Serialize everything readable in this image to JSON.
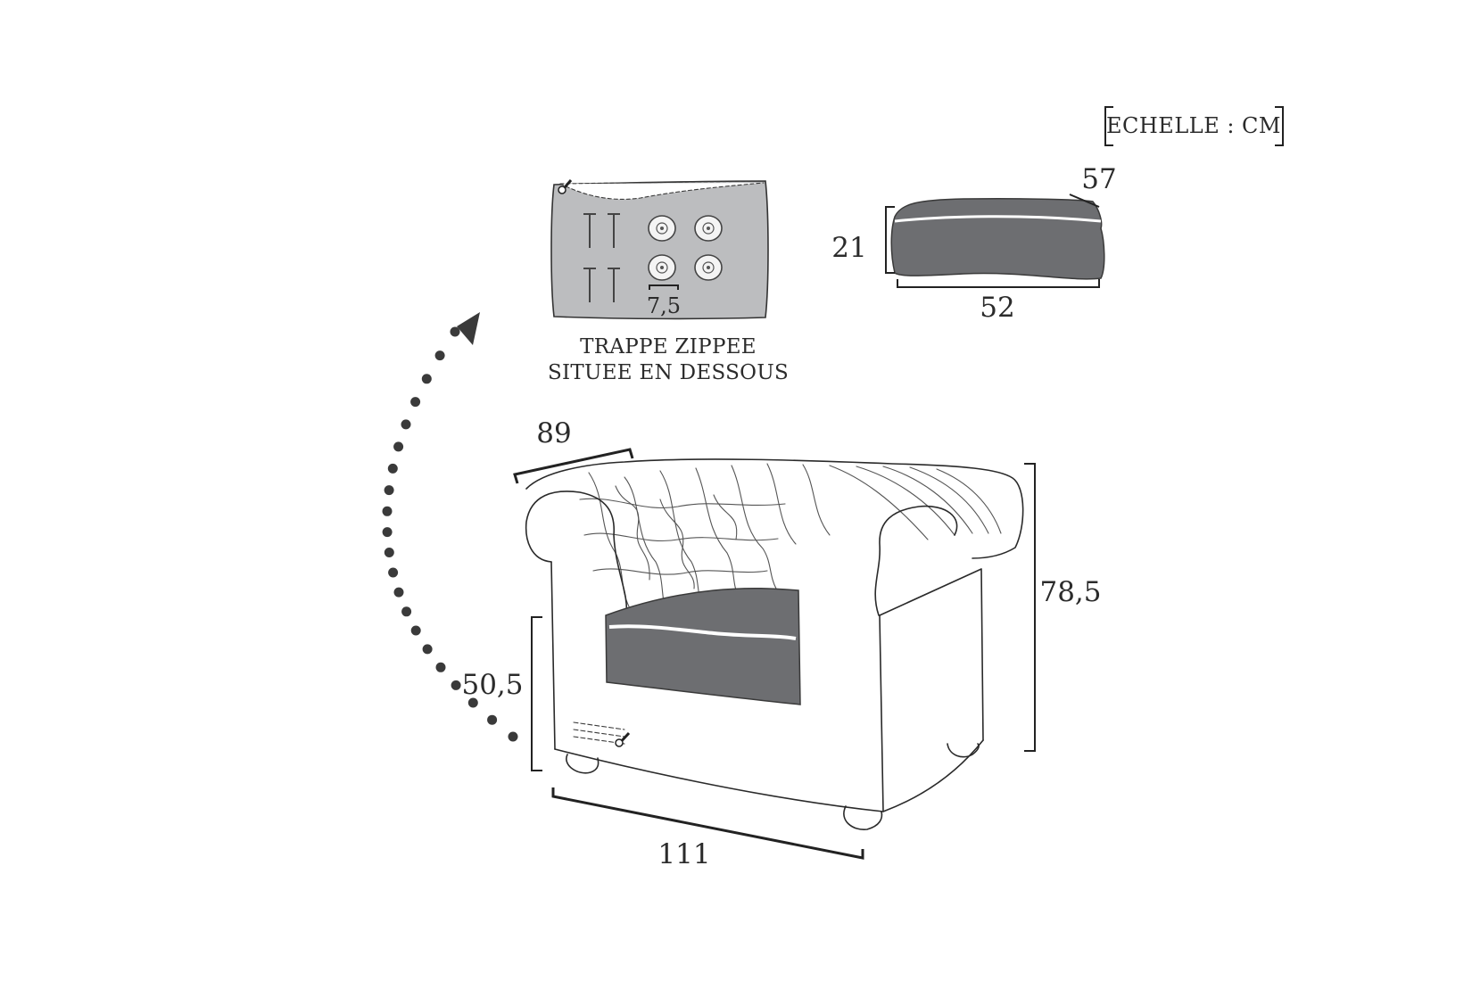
{
  "scale_label": "ECHELLE : CM",
  "cushion": {
    "depth": "57",
    "height": "21",
    "width": "52"
  },
  "hatch": {
    "foot_diameter": "7,5",
    "caption_line1": "TRAPPE ZIPPEE",
    "caption_line2": "SITUEE EN DESSOUS"
  },
  "armchair": {
    "depth": "89",
    "height": "78,5",
    "seat_height": "50,5",
    "width": "111"
  },
  "colors": {
    "cushion_fill": "#6d6e71",
    "hatch_fill": "#bcbdbf",
    "outline": "#2a2a2a",
    "dots": "#3a3a3a"
  }
}
